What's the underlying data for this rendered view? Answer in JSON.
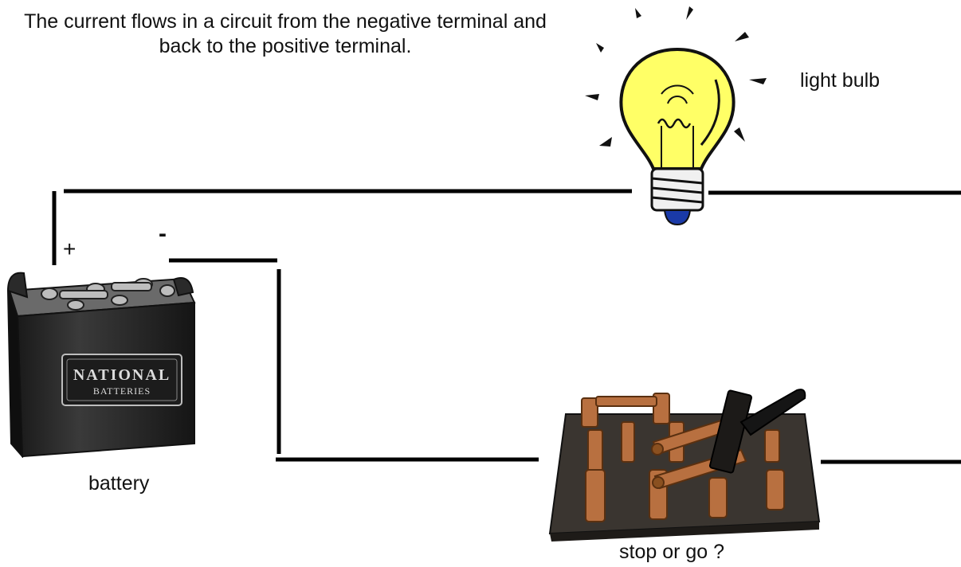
{
  "caption": "The current flows in a circuit from the negative terminal and back to the positive terminal.",
  "labels": {
    "bulb": "light bulb",
    "battery": "battery",
    "switch": "stop or go ?",
    "positive": "+",
    "negative": "-"
  },
  "battery_brand": {
    "line1": "NATIONAL",
    "line2": "BATTERIES"
  },
  "icons": {
    "bulb": "light-bulb-icon",
    "battery": "car-battery-icon",
    "switch": "knife-switch-icon"
  },
  "colors": {
    "bulb_glass": "#ffff66",
    "bulb_tip": "#1a3aa8",
    "battery_body": "#2a2a2a",
    "switch_base": "#3a3530",
    "switch_copper": "#b87040",
    "wire": "#000000"
  }
}
